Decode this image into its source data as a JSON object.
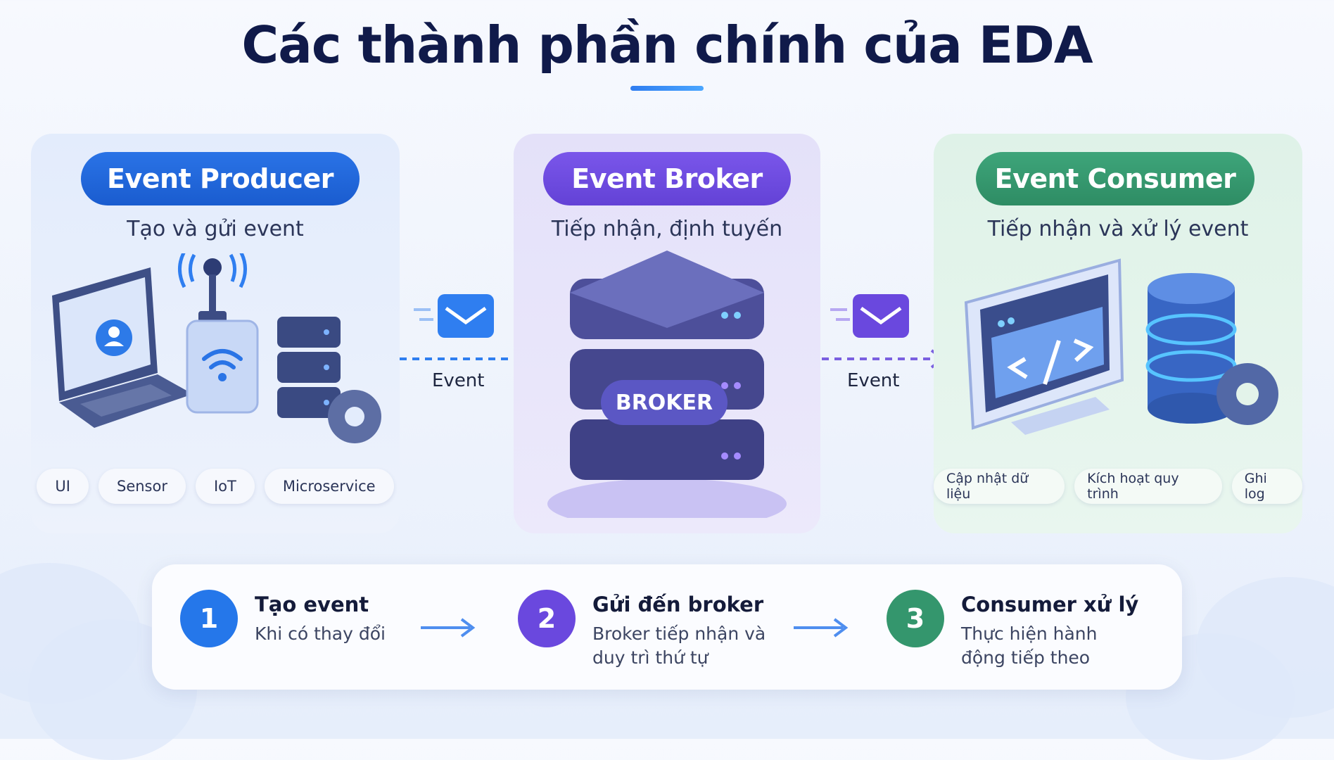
{
  "title": "Các thành phần chính của EDA",
  "panels": {
    "producer": {
      "heading": "Event Producer",
      "subtitle": "Tạo và gửi event",
      "tags": [
        "UI",
        "Sensor",
        "IoT",
        "Microservice"
      ]
    },
    "broker": {
      "heading": "Event Broker",
      "subtitle": "Tiếp nhận, định tuyến",
      "badge": "BROKER"
    },
    "consumer": {
      "heading": "Event Consumer",
      "subtitle": "Tiếp nhận và xử lý event",
      "tags": [
        "Cập nhật dữ liệu",
        "Kích hoạt quy trình",
        "Ghi log"
      ]
    }
  },
  "flows": [
    "Event",
    "Event"
  ],
  "steps": [
    {
      "number": "1",
      "title": "Tạo event",
      "desc": "Khi có thay đổi"
    },
    {
      "number": "2",
      "title": "Gửi đến broker",
      "desc": "Broker tiếp nhận và duy trì thứ tự"
    },
    {
      "number": "3",
      "title": "Consumer xử lý",
      "desc": "Thực hiện hành động tiếp theo"
    }
  ],
  "icons": [
    "laptop-icon",
    "user-icon",
    "antenna-icon",
    "wifi-icon",
    "server-icon",
    "gear-icon",
    "envelope-icon",
    "arrow-right-icon",
    "code-monitor-icon",
    "database-icon"
  ],
  "colors": {
    "producer": "#1f66dc",
    "broker": "#6a48de",
    "consumer": "#34966d",
    "title": "#101a4a"
  }
}
